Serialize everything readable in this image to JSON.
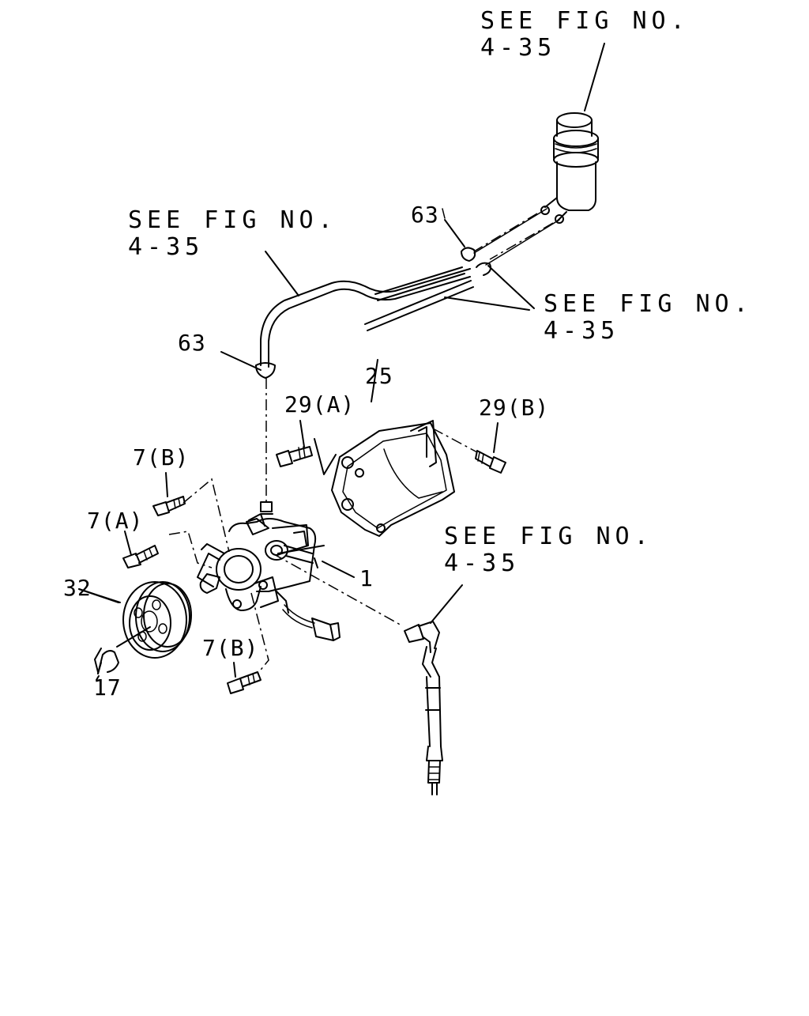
{
  "references": {
    "top": {
      "line1": "SEE FIG NO.",
      "line2": "4-35"
    },
    "left_hose": {
      "line1": "SEE FIG NO.",
      "line2": "4-35"
    },
    "right_hoses": {
      "line1": "SEE FIG NO.",
      "line2": "4-35"
    },
    "pressure_hose": {
      "line1": "SEE FIG NO.",
      "line2": "4-35"
    }
  },
  "parts": {
    "p63_upper": "63",
    "p63_lower": "63",
    "p25": "25",
    "p29a": "29(A)",
    "p29b": "29(B)",
    "p7b_upper": "7(B)",
    "p7a": "7(A)",
    "p32": "32",
    "p1": "1",
    "p7b_lower": "7(B)",
    "p17": "17"
  }
}
